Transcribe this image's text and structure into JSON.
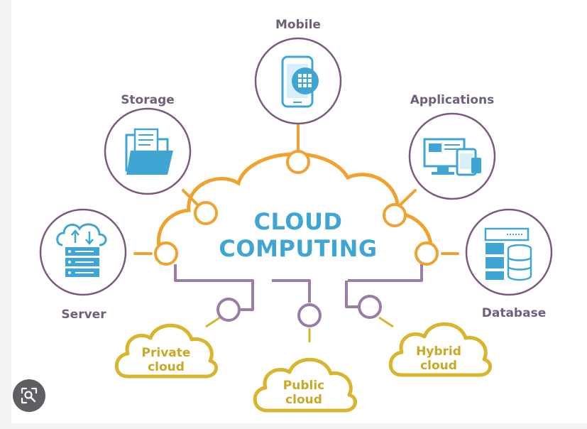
{
  "center": {
    "line1": "CLOUD",
    "line2": "COMPUTING"
  },
  "nodes": {
    "mobile": "Mobile",
    "storage": "Storage",
    "applications": "Applications",
    "server": "Server",
    "database": "Database"
  },
  "clouds": {
    "private": [
      "Private",
      "cloud"
    ],
    "public": [
      "Public",
      "cloud"
    ],
    "hybrid": [
      "Hybrid",
      "cloud"
    ]
  },
  "colors": {
    "orange": "#f0a22f",
    "purple": "#9a7ca6",
    "circle_border": "#7b5a7e",
    "icon_blue": "#3fa6d4",
    "cloud_gold": "#d8b52c",
    "label": "#6e5f7c"
  },
  "icons": {
    "mobile": "mobile-phone-icon",
    "storage": "folder-document-icon",
    "applications": "devices-icon",
    "server": "server-cloud-icon",
    "database": "database-icon",
    "lens": "image-search-icon"
  }
}
